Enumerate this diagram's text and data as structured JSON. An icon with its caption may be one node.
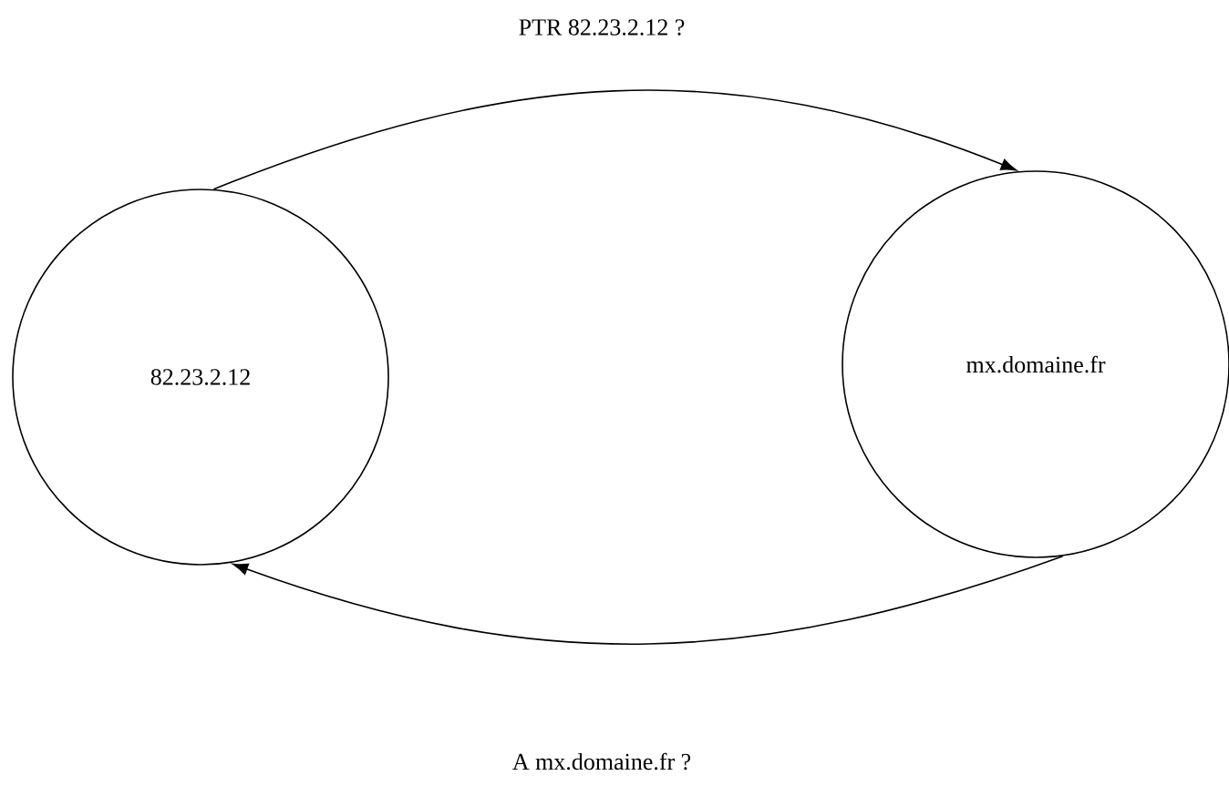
{
  "diagram": {
    "nodes": [
      {
        "text": [
          "82.23.2.12"
        ]
      },
      {
        "text": [
          "mx.domaine.fr"
        ]
      }
    ],
    "edges": [
      {
        "from": 0,
        "to": 1,
        "arrow": "to",
        "label": "PTR 82.23.2.12 ?"
      },
      {
        "from": 1,
        "to": 0,
        "arrow": "to",
        "label": "A mx.domaine.fr ?"
      }
    ]
  }
}
